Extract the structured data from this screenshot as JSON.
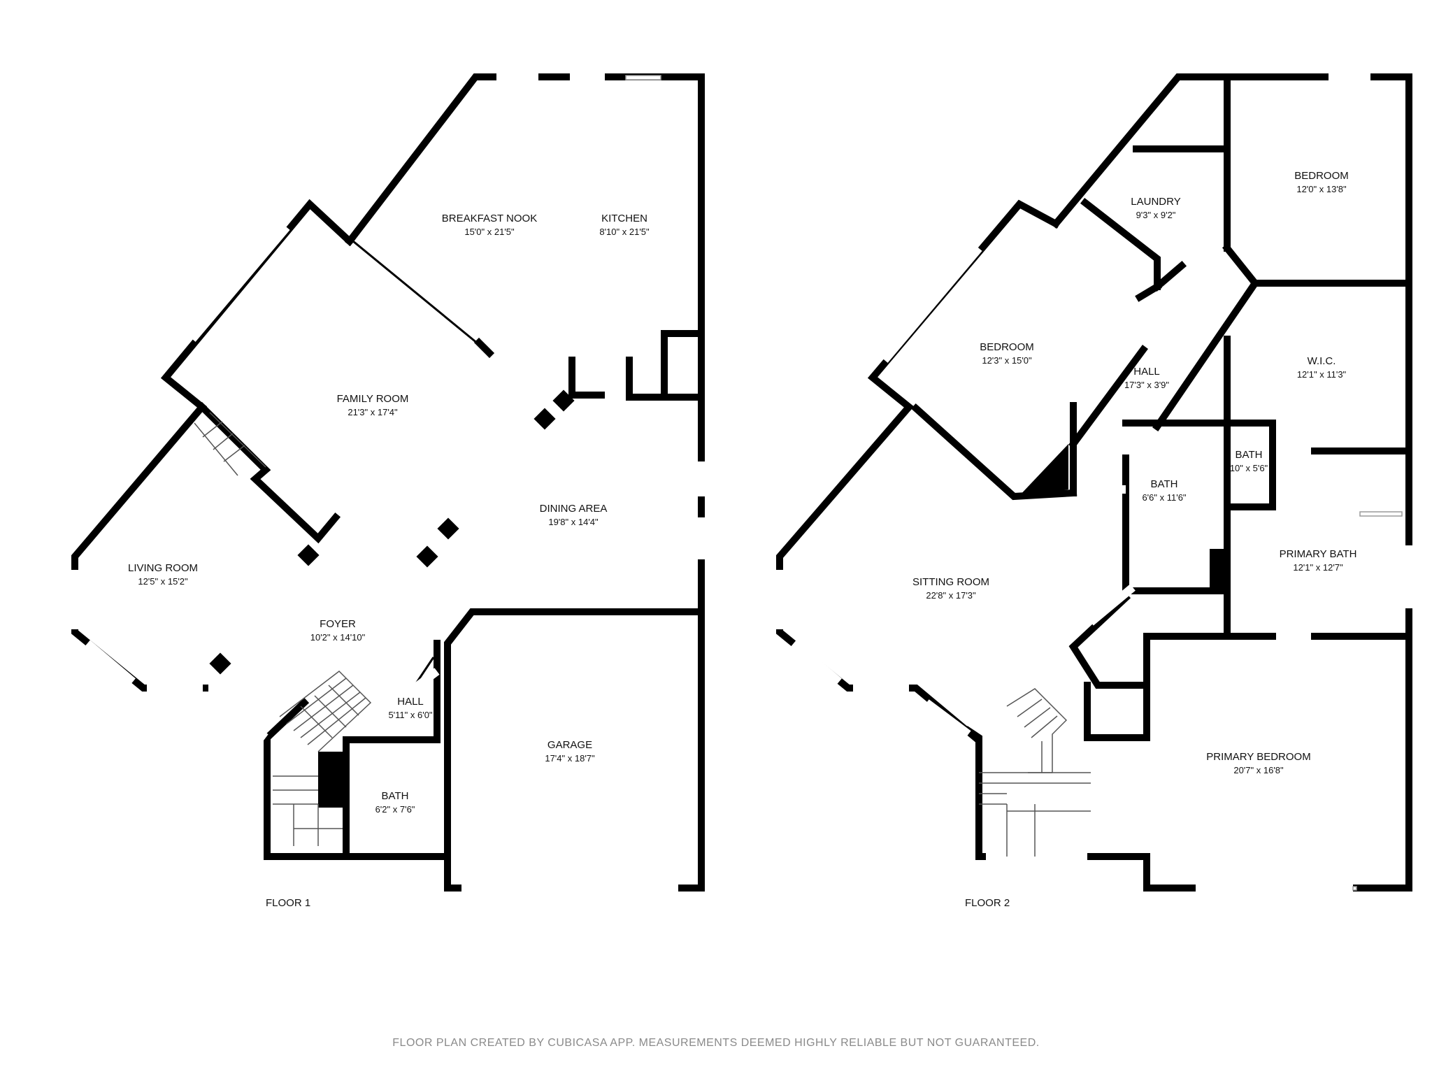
{
  "floor1": {
    "label": "FLOOR 1",
    "rooms": [
      {
        "name": "BREAKFAST NOOK",
        "dims": "15'0\" x 21'5\""
      },
      {
        "name": "KITCHEN",
        "dims": "8'10\" x 21'5\""
      },
      {
        "name": "FAMILY ROOM",
        "dims": "21'3\" x 17'4\""
      },
      {
        "name": "DINING AREA",
        "dims": "19'8\" x 14'4\""
      },
      {
        "name": "LIVING ROOM",
        "dims": "12'5\" x 15'2\""
      },
      {
        "name": "FOYER",
        "dims": "10'2\" x 14'10\""
      },
      {
        "name": "HALL",
        "dims": "5'11\" x 6'0\""
      },
      {
        "name": "GARAGE",
        "dims": "17'4\" x 18'7\""
      },
      {
        "name": "BATH",
        "dims": "6'2\" x 7'6\""
      }
    ]
  },
  "floor2": {
    "label": "FLOOR 2",
    "rooms": [
      {
        "name": "LAUNDRY",
        "dims": "9'3\" x 9'2\""
      },
      {
        "name": "BEDROOM",
        "dims": "12'0\" x 13'8\""
      },
      {
        "name": "BEDROOM",
        "dims": "12'3\" x 15'0\""
      },
      {
        "name": "HALL",
        "dims": "17'3\" x 3'9\""
      },
      {
        "name": "W.I.C.",
        "dims": "12'1\" x 11'3\""
      },
      {
        "name": "BATH",
        "dims": "10\" x 5'6\""
      },
      {
        "name": "BATH",
        "dims": "6'6\" x 11'6\""
      },
      {
        "name": "PRIMARY BATH",
        "dims": "12'1\" x 12'7\""
      },
      {
        "name": "SITTING ROOM",
        "dims": "22'8\" x 17'3\""
      },
      {
        "name": "PRIMARY BEDROOM",
        "dims": "20'7\" x 16'8\""
      }
    ]
  },
  "footer": "FLOOR PLAN CREATED BY CUBICASA APP. MEASUREMENTS DEEMED HIGHLY RELIABLE BUT NOT GUARANTEED."
}
